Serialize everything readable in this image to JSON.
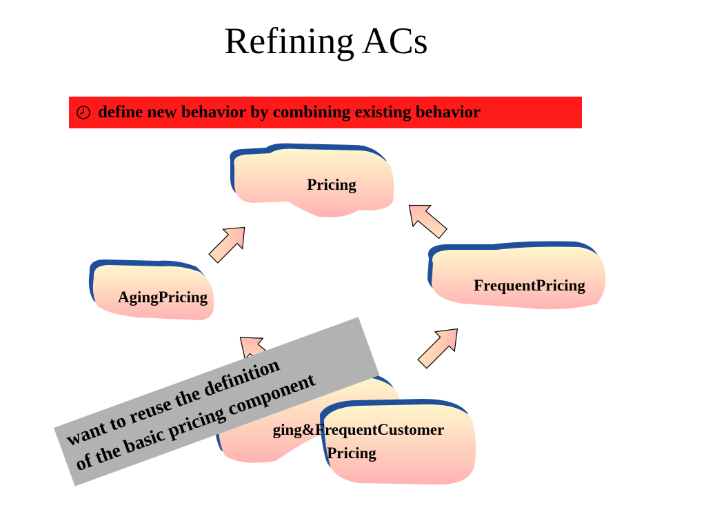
{
  "title": "Refining ACs",
  "banner": {
    "text": "define new behavior by combining existing behavior",
    "bullet_icon": "clock-icon",
    "color": "#ff1a1a"
  },
  "nodes": {
    "pricing": "Pricing",
    "aging": "AgingPricing",
    "frequent": "FrequentPricing",
    "combined_line1": "ging&FrequentCustomer",
    "combined_line2": "Pricing"
  },
  "callout": {
    "line1": "want to reuse the definition",
    "line2": "of the basic pricing component",
    "color": "#b2b2b2"
  },
  "colors": {
    "cloud_top": "#fff7cc",
    "cloud_bottom": "#ffb3b3",
    "cloud_shadow": "#1f4f9a",
    "arrow_fill": "#ffc9b0"
  }
}
